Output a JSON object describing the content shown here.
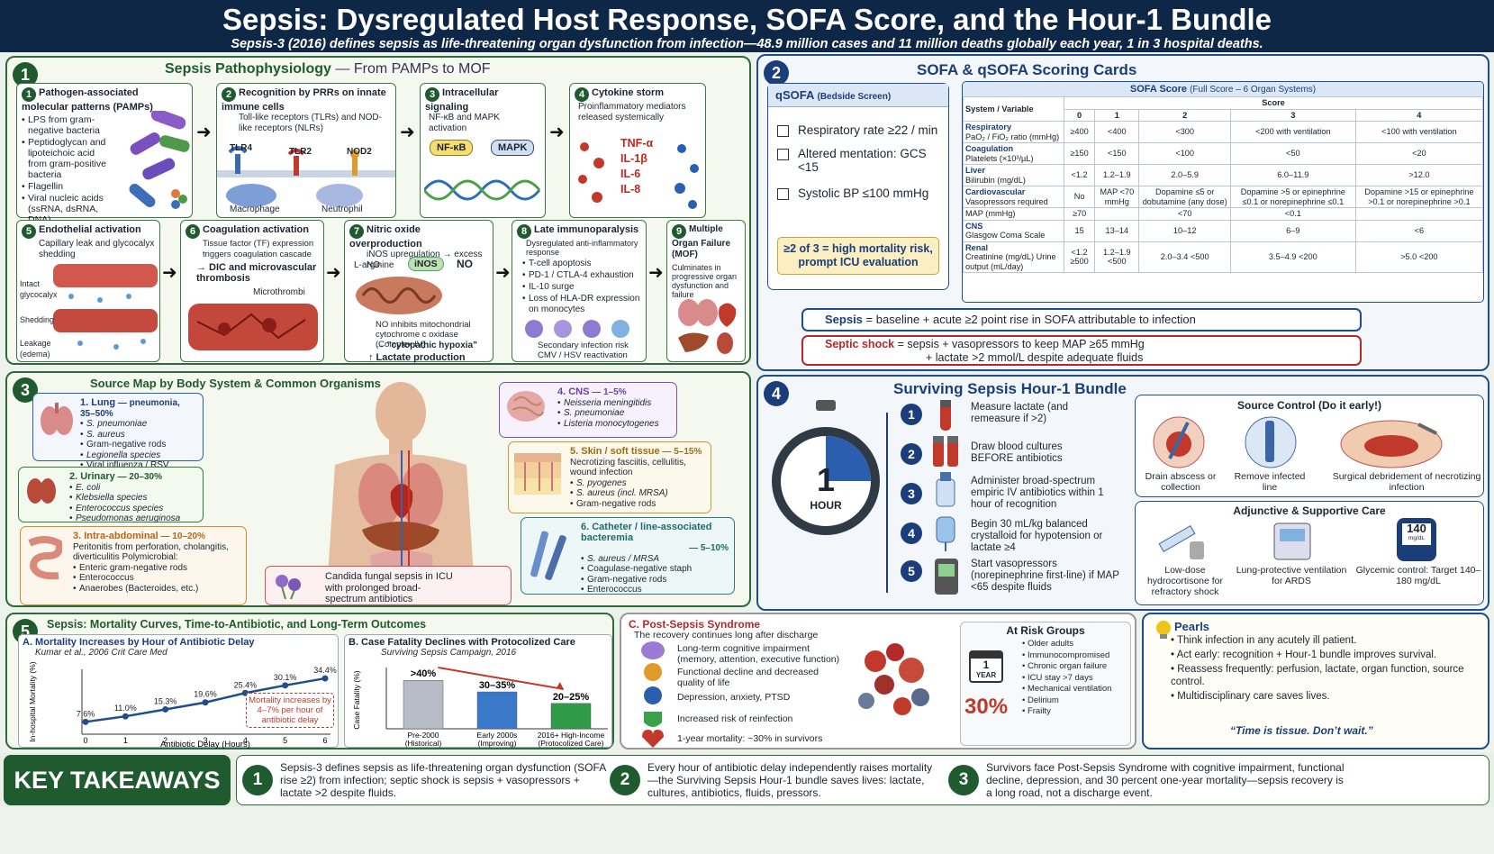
{
  "header": {
    "title": "Sepsis: Dysregulated Host Response, SOFA Score, and the Hour-1 Bundle",
    "subtitle": "Sepsis-3 (2016) defines sepsis as life-threatening organ dysfunction from infection—48.9 million cases and 11 million deaths globally each year, 1 in 3 hospital deaths."
  },
  "panel1": {
    "num": "1",
    "title": "Sepsis Pathophysiology",
    "title_sub": "— From PAMPs to MOF",
    "steps": [
      {
        "num": "1",
        "title": "Pathogen-associated molecular patterns (PAMPs)",
        "items": [
          "LPS from gram-negative bacteria",
          "Peptidoglycan and lipoteichoic acid from gram-positive bacteria",
          "Flagellin",
          "Viral nucleic acids (ssRNA, dsRNA, DNA)"
        ]
      },
      {
        "num": "2",
        "title": "Recognition by PRRs on innate immune cells",
        "desc": "Toll-like receptors (TLRs) and NOD-like receptors (NLRs)",
        "labels": [
          "TLR4",
          "TLR2",
          "NOD2",
          "Macrophage",
          "Neutrophil"
        ]
      },
      {
        "num": "3",
        "title": "Intracellular signaling",
        "desc": "NF-κB and MAPK activation",
        "labels": [
          "NF-κB",
          "MAPK"
        ]
      },
      {
        "num": "4",
        "title": "Cytokine storm",
        "desc": "Proinflammatory mediators released systemically",
        "labels": [
          "TNF-α",
          "IL-1β",
          "IL-6",
          "IL-8"
        ]
      },
      {
        "num": "5",
        "title": "Endothelial activation",
        "desc": "Capillary leak and glycocalyx shedding",
        "labels": [
          "Intact glycocalyx",
          "Shedding",
          "Leakage (edema)"
        ]
      },
      {
        "num": "6",
        "title": "Coagulation activation",
        "desc": "Tissue factor (TF) expression triggers coagulation cascade",
        "desc2": "→ DIC and microvascular thrombosis",
        "labels": [
          "Microthrombi"
        ]
      },
      {
        "num": "7",
        "title": "Nitric oxide overproduction",
        "desc": "iNOS upregulation → excess NO",
        "labels": [
          "L-arginine",
          "iNOS",
          "NO"
        ],
        "desc2": "NO inhibits mitochondrial cytochrome c oxidase (Complex IV)",
        "desc3": "→ \"cytopathic hypoxia\"",
        "desc4": "↑ Lactate production"
      },
      {
        "num": "8",
        "title": "Late immunoparalysis",
        "desc": "Dysregulated anti-inflammatory response",
        "items": [
          "T-cell apoptosis",
          "PD-1 / CTLA-4 exhaustion",
          "IL-10 surge",
          "Loss of HLA-DR expression on monocytes"
        ],
        "desc2": "Secondary infection risk CMV / HSV reactivation"
      },
      {
        "num": "9",
        "title": "Multiple Organ Failure (MOF)",
        "desc": "Culminates in progressive organ dysfunction and failure"
      }
    ]
  },
  "panel2": {
    "num": "2",
    "title": "SOFA & qSOFA Scoring Cards",
    "qsofa": {
      "title": "qSOFA",
      "title_sub": "(Bedside Screen)",
      "items": [
        "Respiratory rate ≥22 / min",
        "Altered mentation: GCS <15",
        "Systolic BP ≤100 mmHg"
      ],
      "note": "≥2 of 3 = high mortality risk, prompt ICU evaluation"
    },
    "sofa": {
      "title": "SOFA Score",
      "title_sub": "(Full Score – 6 Organ Systems)",
      "col_header": "System / Variable",
      "score_header": "Score",
      "scores": [
        "0",
        "1",
        "2",
        "3",
        "4"
      ],
      "rows": [
        {
          "system": "Respiratory",
          "var": "PaO₂ / FiO₂ ratio (mmHg)",
          "cells": [
            "≥400",
            "<400",
            "<300",
            "<200 with ventilation",
            "<100 with ventilation"
          ]
        },
        {
          "system": "Coagulation",
          "var": "Platelets (×10³/µL)",
          "cells": [
            "≥150",
            "<150",
            "<100",
            "<50",
            "<20"
          ]
        },
        {
          "system": "Liver",
          "var": "Bilirubin (mg/dL)",
          "cells": [
            "<1.2",
            "1.2–1.9",
            "2.0–5.9",
            "6.0–11.9",
            ">12.0"
          ]
        },
        {
          "system": "Cardiovascular",
          "var": "Vasopressors required",
          "cells": [
            "No",
            "MAP <70 mmHg",
            "Dopamine ≤5 or dobutamine (any dose)",
            "Dopamine >5 or epinephrine ≤0.1 or norepinephrine ≤0.1",
            "Dopamine >15 or epinephrine >0.1 or norepinephrine >0.1"
          ]
        },
        {
          "system": "",
          "var": "MAP (mmHg)",
          "cells": [
            "≥70",
            "",
            "<70",
            "<0.1",
            ""
          ]
        },
        {
          "system": "CNS",
          "var": "Glasgow Coma Scale",
          "cells": [
            "15",
            "13–14",
            "10–12",
            "6–9",
            "<6"
          ]
        },
        {
          "system": "Renal",
          "var": "Creatinine (mg/dL) Urine output (mL/day)",
          "cells": [
            "<1.2 ≥500",
            "1.2–1.9 <500",
            "2.0–3.4 <500",
            "3.5–4.9 <200",
            ">5.0 <200"
          ]
        }
      ]
    },
    "def_sepsis_label": "Sepsis",
    "def_sepsis": "= baseline + acute ≥2 point rise in SOFA attributable to infection",
    "def_shock_label": "Septic shock",
    "def_shock": "= sepsis + vasopressors to keep MAP ≥65 mmHg",
    "def_shock2": "+ lactate >2 mmol/L despite adequate fluids"
  },
  "panel3": {
    "num": "3",
    "title": "Source Map by Body System & Common Organisms",
    "sources": [
      {
        "title": "1. Lung",
        "sub": "— pneumonia, 35–50%",
        "items": [
          "S. pneumoniae",
          "S. aureus",
          "Gram-negative rods",
          "Legionella species",
          "Viral influenza / RSV"
        ]
      },
      {
        "title": "2. Urinary",
        "sub": "— 20–30%",
        "items": [
          "E. coli",
          "Klebsiella species",
          "Enterococcus species",
          "Pseudomonas aeruginosa"
        ]
      },
      {
        "title": "3. Intra-abdominal",
        "sub": "— 10–20%",
        "desc": "Peritonitis from perforation, cholangitis, diverticulitis Polymicrobial:",
        "items": [
          "Enteric gram-negative rods",
          "Enterococcus",
          "Anaerobes (Bacteroides, etc.)"
        ]
      },
      {
        "title": "4. CNS",
        "sub": "— 1–5%",
        "items": [
          "Neisseria meningitidis",
          "S. pneumoniae",
          "Listeria monocytogenes"
        ]
      },
      {
        "title": "5. Skin / soft tissue",
        "sub": "— 5–15%",
        "desc": "Necrotizing fasciitis, cellulitis, wound infection",
        "items": [
          "S. pyogenes",
          "S. aureus (incl. MRSA)",
          "Gram-negative rods"
        ]
      },
      {
        "title": "6. Catheter / line-associated bacteremia",
        "sub": "— 5–10%",
        "items": [
          "S. aureus / MRSA",
          "Coagulase-negative staph",
          "Gram-negative rods",
          "Enterococcus"
        ]
      }
    ],
    "candida": "Candida fungal sepsis in ICU with prolonged broad-spectrum antibiotics"
  },
  "panel4": {
    "num": "4",
    "title": "Surviving Sepsis Hour-1 Bundle",
    "clock_num": "1",
    "clock_label": "HOUR",
    "steps": [
      "Measure lactate (and remeasure if >2)",
      "Draw blood cultures BEFORE antibiotics",
      "Administer broad-spectrum empiric IV antibiotics within 1 hour of recognition",
      "Begin 30 mL/kg balanced crystalloid for hypotension or lactate ≥4",
      "Start vasopressors (norepinephrine first-line) if MAP <65 despite fluids"
    ],
    "source_title": "Source Control (Do it early!)",
    "source_items": [
      "Drain abscess or collection",
      "Remove infected line",
      "Surgical debridement of necrotizing infection"
    ],
    "adj_title": "Adjunctive & Supportive Care",
    "adj_items": [
      "Low-dose hydrocortisone for refractory shock",
      "Lung-protective ventilation for ARDS",
      "Glycemic control: Target 140–180 mg/dL"
    ],
    "glucose_value": "140",
    "glucose_unit": "mg/dL"
  },
  "panel5": {
    "num": "5",
    "title": "Sepsis: Mortality Curves, Time-to-Antibiotic, and Long-Term Outcomes",
    "chartA_title": "A. Mortality Increases by Hour of Antibiotic Delay",
    "chartA_cite": "Kumar et al., 2006 Crit Care Med",
    "chartA_note": "Mortality increases by 4–7% per hour of antibiotic delay",
    "chartB_title": "B. Case Fatality Declines with Protocolized Care",
    "chartB_cite": "Surviving Sepsis Campaign, 2016",
    "chartB_labels": [
      ">40%",
      "30–35%",
      "20–25%"
    ],
    "pss_title": "C. Post-Sepsis Syndrome",
    "pss_sub": "The recovery continues long after discharge",
    "pss_items": [
      "Long-term cognitive impairment (memory, attention, executive function)",
      "Functional decline and decreased quality of life",
      "Depression, anxiety, PTSD",
      "Increased risk of reinfection",
      "1-year mortality: ~30% in survivors"
    ],
    "risk_title": "At Risk Groups",
    "risk_items": [
      "Older adults",
      "Immunocompromised",
      "Chronic organ failure",
      "ICU stay >7 days",
      "Mechanical ventilation",
      "Delirium",
      "Frailty"
    ],
    "cal_num": "1",
    "cal_label": "YEAR",
    "risk_pct": "30%",
    "pearls_title": "Pearls",
    "pearls": [
      "Think infection in any acutely ill patient.",
      "Act early: recognition + Hour-1 bundle improves survival.",
      "Reassess frequently: perfusion, lactate, organ function, source control.",
      "Multidisciplinary care saves lives."
    ],
    "quote": "“Time is tissue. Don’t wait.”"
  },
  "chart_data": [
    {
      "type": "line",
      "title": "A. Mortality Increases by Hour of Antibiotic Delay",
      "xlabel": "Antibiotic Delay (Hours)",
      "ylabel": "In-hospital Mortality (%)",
      "x": [
        0,
        1,
        2,
        3,
        4,
        5,
        6
      ],
      "values": [
        7.6,
        11.0,
        15.3,
        19.6,
        25.4,
        30.1,
        34.4
      ],
      "data_labels": [
        "7.6%",
        "11.0%",
        "15.3%",
        "19.6%",
        "25.4%",
        "30.1%",
        "34.4%"
      ],
      "xlim": [
        0,
        6
      ],
      "color": "#1f4e8a"
    },
    {
      "type": "bar",
      "title": "B. Case Fatality Declines with Protocolized Care",
      "ylabel": "Case Fatality (%)",
      "categories": [
        "Pre-2000 (Historical)",
        "Early 2000s (Improving)",
        "2016+ High-Income (Protocolized Care)"
      ],
      "values": [
        42,
        32,
        22
      ],
      "colors": [
        "#b8bcc6",
        "#3a79c9",
        "#2f9a48"
      ],
      "ylim": [
        0,
        50
      ]
    }
  ],
  "takeaways": {
    "title": "KEY TAKEAWAYS",
    "items": [
      "Sepsis-3 defines sepsis as life-threatening organ dysfunction (SOFA rise ≥2) from infection; septic shock is sepsis + vasopressors + lactate >2 despite fluids.",
      "Every hour of antibiotic delay independently raises mortality—the Surviving Sepsis Hour-1 bundle saves lives: lactate, cultures, antibiotics, fluids, pressors.",
      "Survivors face Post-Sepsis Syndrome with cognitive impairment, functional decline, depression, and 30 percent one-year mortality—sepsis recovery is a long road, not a discharge event."
    ]
  }
}
